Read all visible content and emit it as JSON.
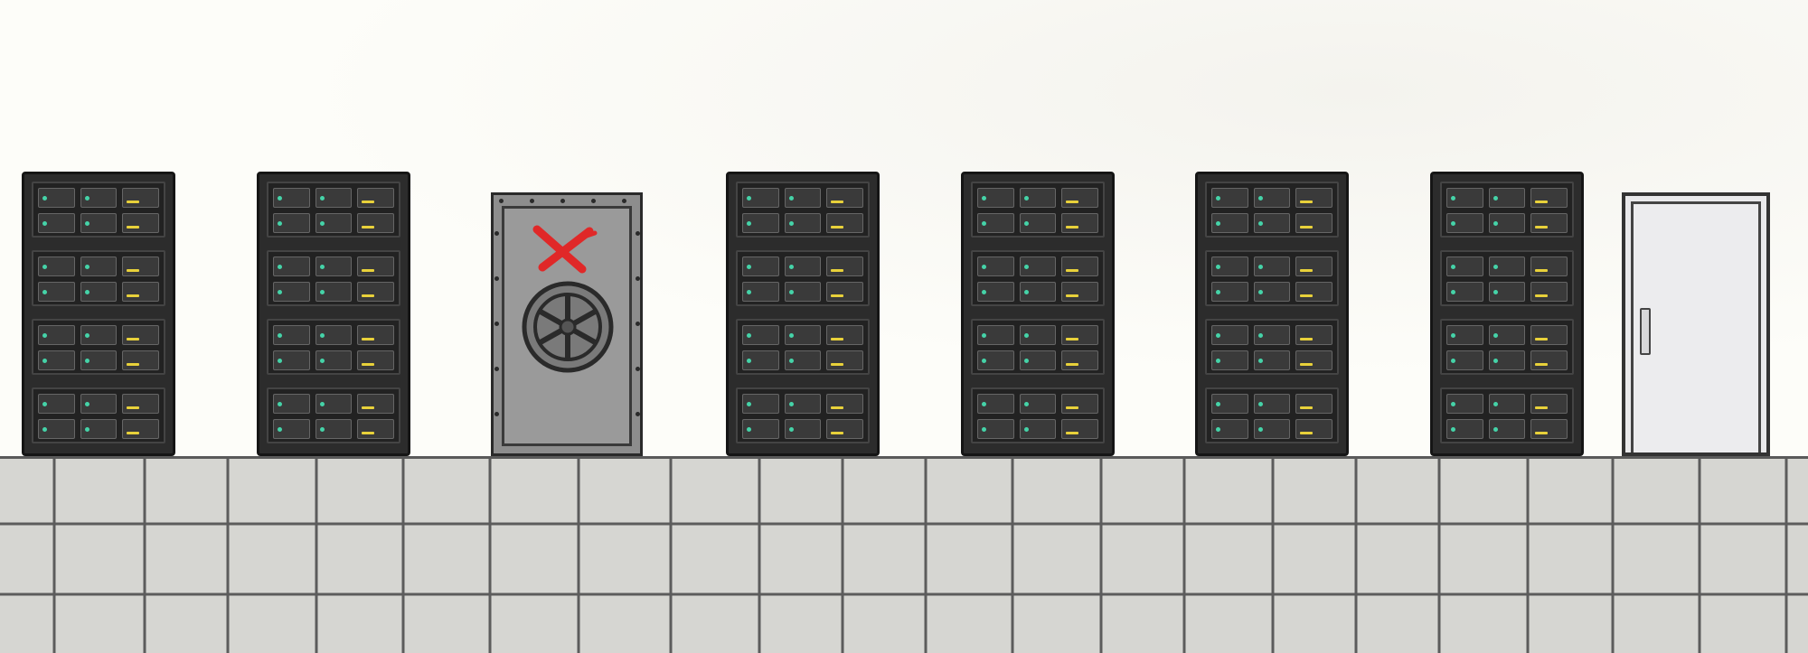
{
  "scene": {
    "type": "escape-room",
    "background": "server-room-wall",
    "floor_color": "#d6d6d2",
    "wall_color": "#fdfdf9"
  },
  "objects": [
    {
      "name": "server-rack-1",
      "kind": "server-rack"
    },
    {
      "name": "server-rack-2",
      "kind": "server-rack"
    },
    {
      "name": "vault-door",
      "kind": "vault",
      "mark": "red-x",
      "mark_color": "#e02828"
    },
    {
      "name": "server-rack-3",
      "kind": "server-rack"
    },
    {
      "name": "server-rack-4",
      "kind": "server-rack"
    },
    {
      "name": "server-rack-5",
      "kind": "server-rack"
    },
    {
      "name": "server-rack-6",
      "kind": "server-rack"
    },
    {
      "name": "exit-door",
      "kind": "door"
    }
  ],
  "colors": {
    "rack_body": "#2c2c2c",
    "drive_led": "#45d3a8",
    "drive_indicator": "#e8d13a",
    "vault_body": "#8d8d8d",
    "x_mark": "#e02828",
    "door_body": "#e9e9eb"
  }
}
